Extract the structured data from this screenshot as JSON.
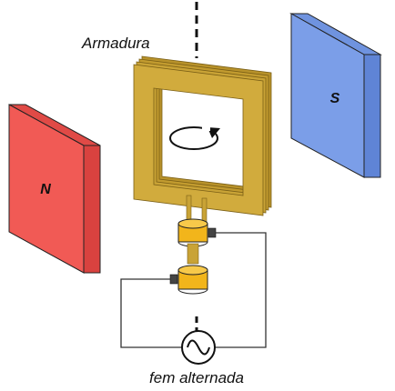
{
  "labels": {
    "armature": "Armadura",
    "north_pole": "N",
    "south_pole": "S",
    "source": "fem alternada"
  },
  "colors": {
    "north_magnet": "#f15a55",
    "north_magnet_side": "#d9423f",
    "south_magnet": "#7b9ee8",
    "south_magnet_side": "#5f84d6",
    "coil": "#c9a336",
    "slip_ring": "#f2b51b",
    "wire": "#333333"
  },
  "icons": {
    "rotation": "rotation-arrow-icon",
    "ac_source": "sine-wave-icon"
  }
}
